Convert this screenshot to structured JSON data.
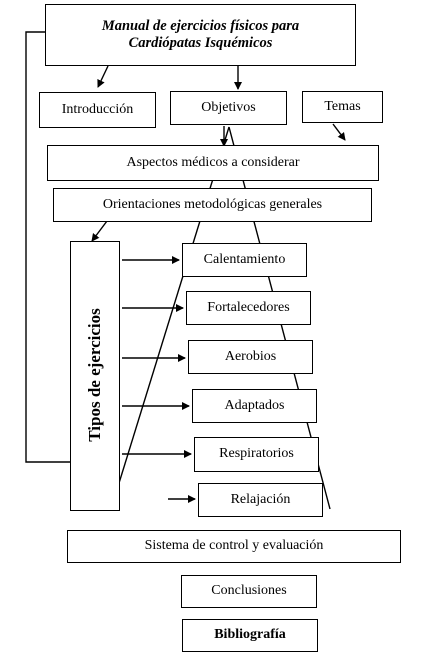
{
  "diagram": {
    "title_line1": "Manual de ejercicios físicos para",
    "title_line2": "Cardiópatas Isquémicos",
    "introduccion": "Introducción",
    "objetivos": "Objetivos",
    "temas": "Temas",
    "aspectos": "Aspectos médicos a considerar",
    "orientaciones": "Orientaciones metodológicas generales",
    "tipos": "Tipos de ejercicios",
    "ejercicios": [
      "Calentamiento",
      "Fortalecedores",
      "Aerobios",
      "Adaptados",
      "Respiratorios",
      "Relajación"
    ],
    "sistema": "Sistema de control y evaluación",
    "conclusiones": "Conclusiones",
    "bibliografia": "Bibliografía"
  }
}
